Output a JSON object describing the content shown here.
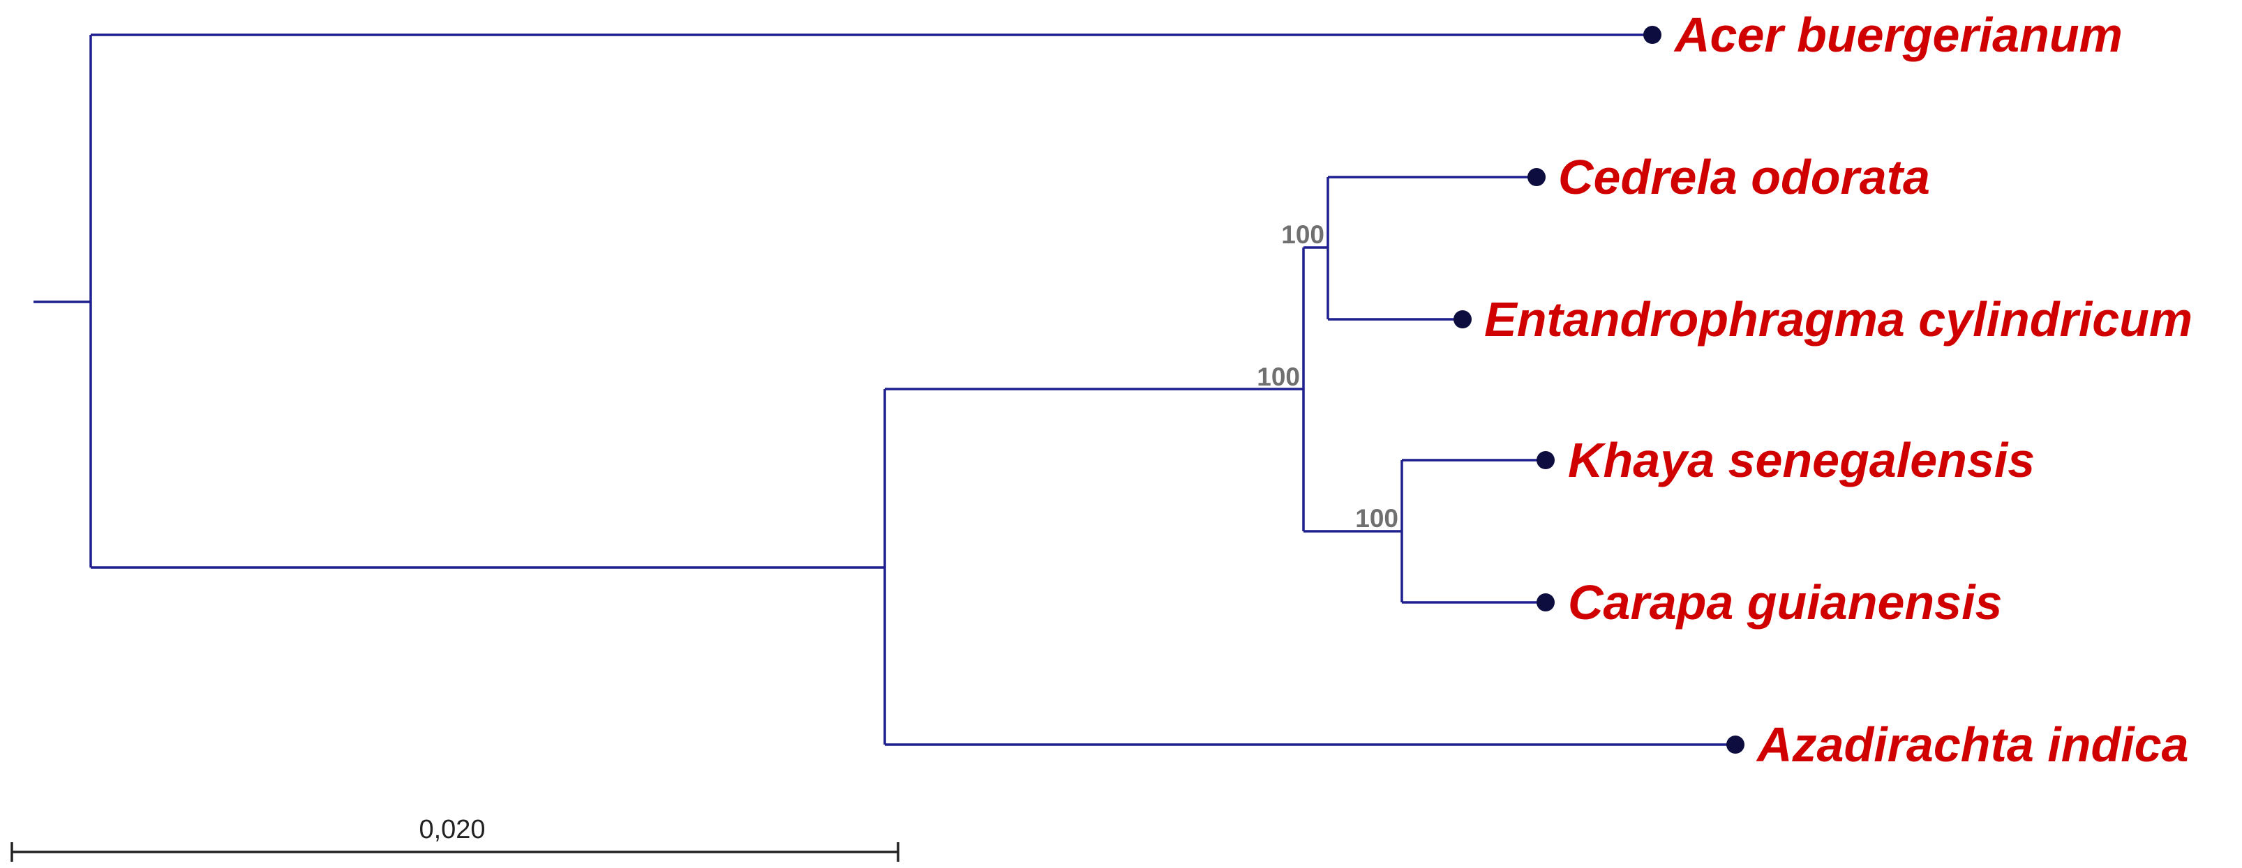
{
  "tree": {
    "taxa": [
      {
        "id": "acer",
        "name": "Acer buergerianum"
      },
      {
        "id": "cedrela",
        "name": "Cedrela odorata"
      },
      {
        "id": "entandrophragma",
        "name": "Entandrophragma cylindricum"
      },
      {
        "id": "khaya",
        "name": "Khaya senegalensis"
      },
      {
        "id": "carapa",
        "name": "Carapa guianensis"
      },
      {
        "id": "azadirachta",
        "name": "Azadirachta indica"
      }
    ],
    "bootstrap": {
      "cedrela_entandrophragma": "100",
      "core_meliaceae": "100",
      "khaya_carapa": "100"
    }
  },
  "scale_bar": {
    "label": "0,020",
    "value": 0.02
  },
  "colors": {
    "branch": "#1f1f8f",
    "tip": "#0d0d40",
    "taxon_label": "#d10000",
    "bootstrap_label": "#707070",
    "scale": "#222222"
  }
}
